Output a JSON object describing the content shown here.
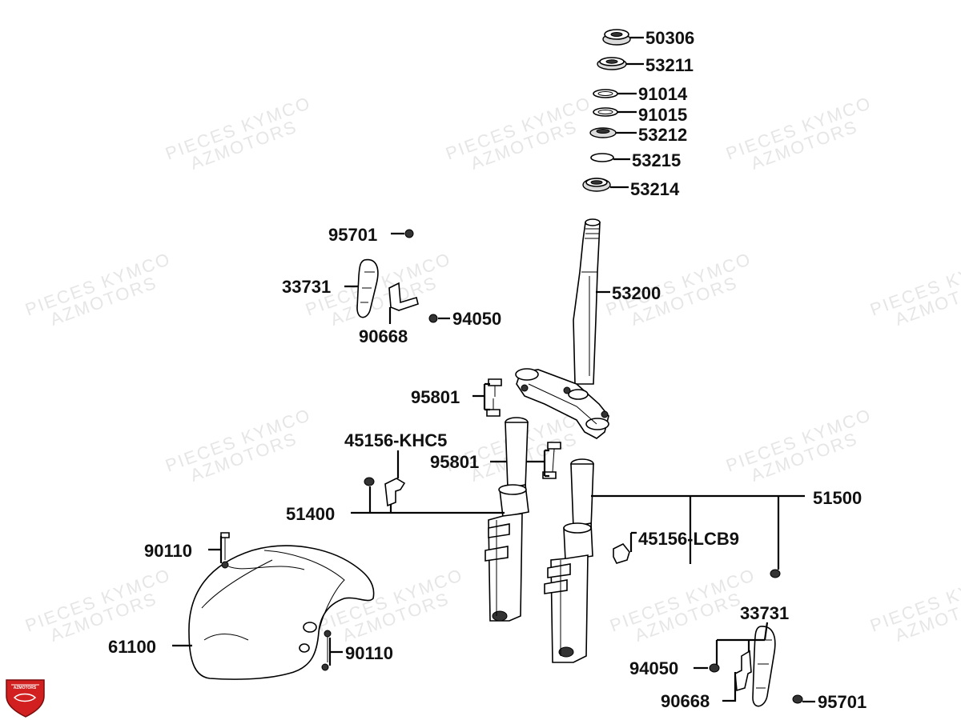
{
  "watermark": {
    "line1": "PIECES KYMCO",
    "line2": "AZMOTORS"
  },
  "logo": {
    "text": "AZMOTORS",
    "color": "#d21f1f"
  },
  "callouts": {
    "p50306": "50306",
    "p53211": "53211",
    "p91014": "91014",
    "p91015": "91015",
    "p53212": "53212",
    "p53215": "53215",
    "p53214": "53214",
    "p95701_top": "95701",
    "p33731_top": "33731",
    "p94050_top": "94050",
    "p90668_top": "90668",
    "p53200": "53200",
    "p95801_a": "95801",
    "p45156_khc5": "45156-KHC5",
    "p95801_b": "95801",
    "p51400": "51400",
    "p51500": "51500",
    "p45156_lcb9": "45156-LCB9",
    "p90110_top": "90110",
    "p61100": "61100",
    "p90110_bottom": "90110",
    "p33731_bottom": "33731",
    "p94050_bottom": "94050",
    "p90668_bottom": "90668",
    "p95701_bottom": "95701"
  }
}
